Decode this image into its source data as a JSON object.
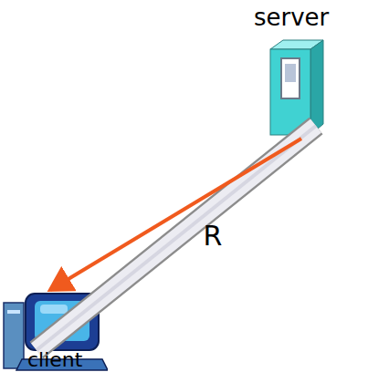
{
  "diagram": {
    "nodes": [
      {
        "text": [
          "server"
        ]
      },
      {
        "text": [
          "client"
        ]
      }
    ],
    "edges": [
      {
        "from": 0,
        "to": 1,
        "arrow": "to",
        "label": "R"
      }
    ]
  }
}
